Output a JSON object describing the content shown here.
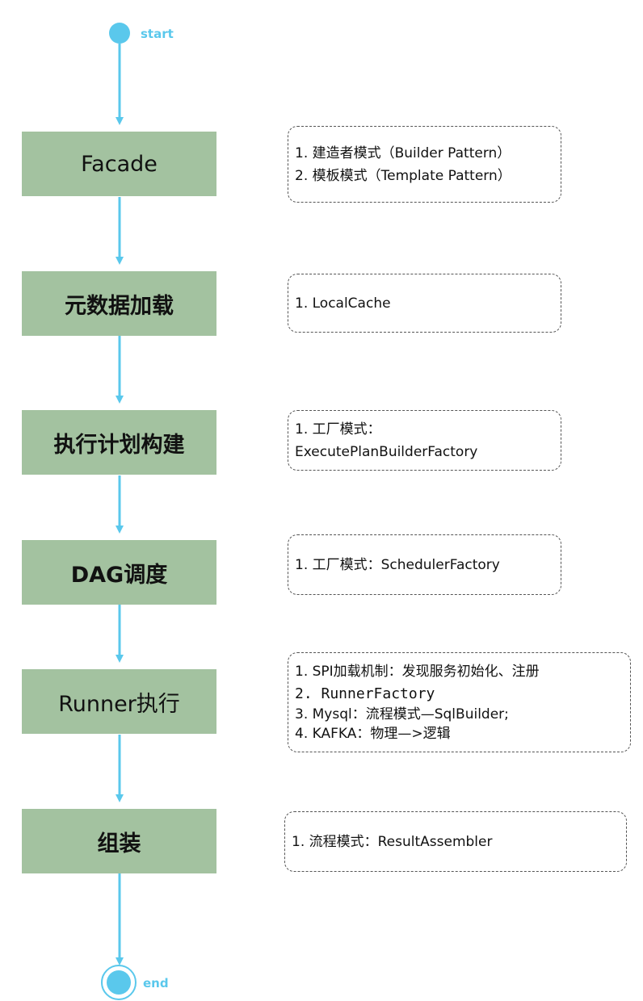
{
  "colors": {
    "connector": "#5ac8ec",
    "step_fill": "#a3c2a0",
    "note_border": "#555555",
    "text": "#111111"
  },
  "start_label": "start",
  "end_label": "end",
  "steps": [
    {
      "label": "Facade"
    },
    {
      "label": "元数据加载"
    },
    {
      "label": "执行计划构建"
    },
    {
      "label": "DAG调度"
    },
    {
      "label": "Runner执行"
    },
    {
      "label": "组装"
    }
  ],
  "notes": [
    {
      "lines": [
        "1. 建造者模式（Builder Pattern）",
        "2. 模板模式（Template Pattern）"
      ]
    },
    {
      "lines": [
        "1. LocalCache"
      ]
    },
    {
      "lines": [
        "1. 工厂模式：",
        "ExecutePlanBuilderFactory"
      ]
    },
    {
      "lines": [
        "1. 工厂模式：SchedulerFactory"
      ]
    },
    {
      "lines": [
        "1. SPI加载机制：发现服务初始化、注册",
        "2. RunnerFactory",
        "3. Mysql：流程模式—SqlBuilder;",
        "4. KAFKA：物理—>逻辑"
      ]
    },
    {
      "lines": [
        "1. 流程模式：ResultAssembler"
      ]
    }
  ]
}
